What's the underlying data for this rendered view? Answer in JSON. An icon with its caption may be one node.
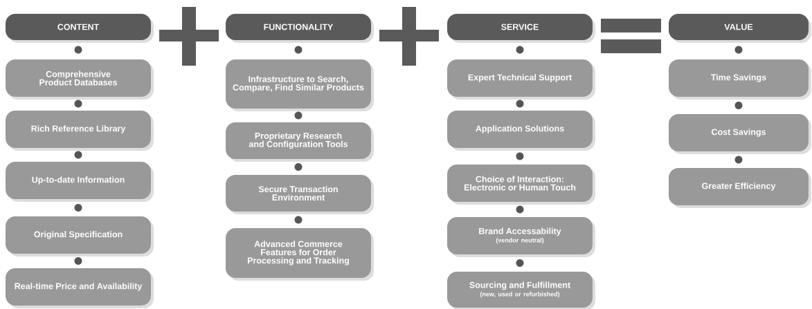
{
  "diagram": {
    "nodes": [
      {
        "text": [
          "CONTENT"
        ]
      },
      {
        "text": [
          "Comprehensive Product Databases"
        ]
      },
      {
        "text": [
          "Rich Reference Library"
        ]
      },
      {
        "text": [
          "Up-to-date Information"
        ]
      },
      {
        "text": [
          "Original Specification"
        ]
      },
      {
        "text": [
          "Real-time Price and Availability"
        ]
      },
      {
        "text": [
          "FUNCTIONALITY"
        ]
      },
      {
        "text": [
          "Infrastructure to Search, Compare, Find Similar Products"
        ]
      },
      {
        "text": [
          "Proprietary Research and Configuration Tools"
        ]
      },
      {
        "text": [
          "Secure Transaction Environment"
        ]
      },
      {
        "text": [
          "Advanced Commerce Features for Order Processing and Tracking"
        ]
      },
      {
        "text": [
          "SERVICE"
        ]
      },
      {
        "text": [
          "Expert Technical Support"
        ]
      },
      {
        "text": [
          "Application Solutions"
        ]
      },
      {
        "text": [
          "Choice of Interaction: Electronic or Human Touch"
        ]
      },
      {
        "text": [
          "Brand Accessability",
          "(vendor neutral)"
        ]
      },
      {
        "text": [
          "Sourcing and Fulfillment",
          "(new, used or refurbished)"
        ]
      },
      {
        "text": [
          "VALUE"
        ]
      },
      {
        "text": [
          "Time Savings"
        ]
      },
      {
        "text": [
          "Cost Savings"
        ]
      },
      {
        "text": [
          "Greater Efficiency"
        ]
      }
    ]
  }
}
